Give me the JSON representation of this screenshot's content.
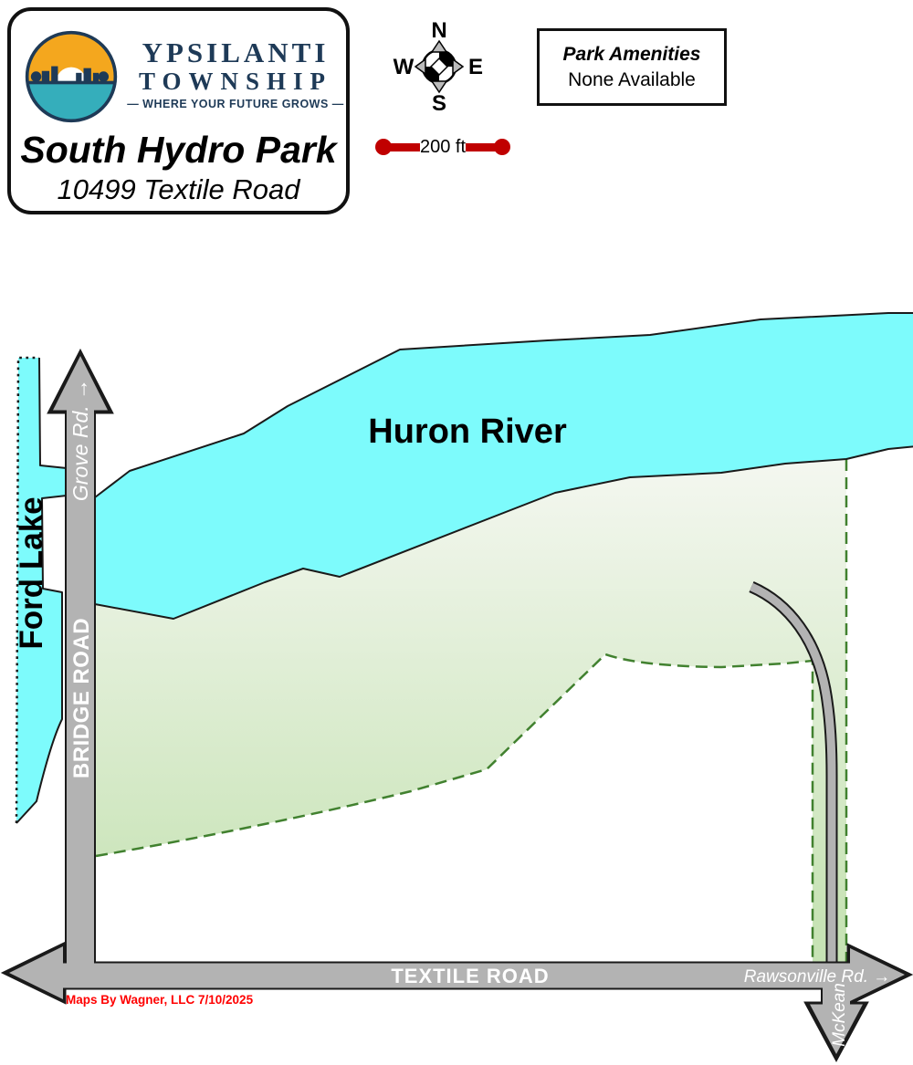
{
  "header": {
    "township_line1": "YPSILANTI",
    "township_line2": "TOWNSHIP",
    "tagline": "— WHERE YOUR FUTURE GROWS —",
    "park_name": "South Hydro Park",
    "address": "10499 Textile Road"
  },
  "compass": {
    "north": "N",
    "south": "S",
    "east": "E",
    "west": "W"
  },
  "scale_bar": {
    "label": "200 ft",
    "color": "#c00000"
  },
  "amenities": {
    "title": "Park Amenities",
    "value": "None Available"
  },
  "map": {
    "labels": {
      "river": "Huron River",
      "lake": "Ford Lake",
      "grove_road": "Grove Rd. →",
      "bridge_road": "BRIDGE ROAD",
      "textile_road": "TEXTILE ROAD",
      "rawsonville_road": "Rawsonville Rd. →",
      "mckean_road": "McKean"
    },
    "credit": "Maps By Wagner, LLC  7/10/2025",
    "colors": {
      "water": "#7dfbfc",
      "road_fill": "#b3b3b3",
      "road_outline": "#1a1a1a",
      "park_gradient_top": "#f4f7f0",
      "park_gradient_bottom": "#c7e3b5",
      "park_boundary_green": "#41812f",
      "brand_navy": "#1e3a57",
      "logo_orange": "#f4a71e",
      "logo_teal": "#35aebb",
      "credit_red": "#ff0000",
      "scale_red": "#c00000"
    }
  }
}
